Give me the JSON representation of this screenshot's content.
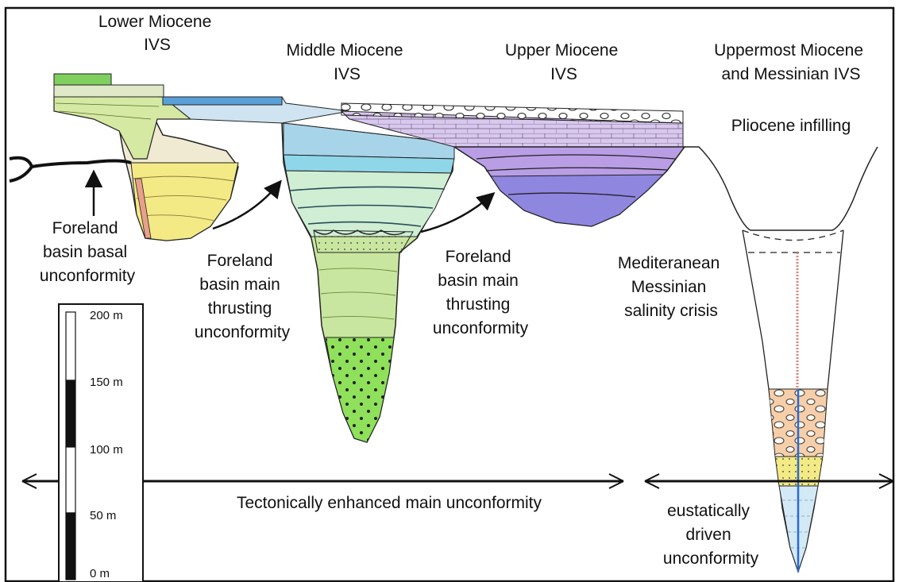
{
  "titles": {
    "lower_miocene": [
      "Lower Miocene",
      "IVS"
    ],
    "middle_miocene": [
      "Middle Miocene",
      "IVS"
    ],
    "upper_miocene": [
      "Upper Miocene",
      "IVS"
    ],
    "uppermost_miocene": [
      "Uppermost Miocene",
      "and Messinian IVS"
    ]
  },
  "labels": {
    "pliocene_infilling": "Pliocene infilling",
    "foreland_basal_unconformity": [
      "Foreland",
      "basin basal",
      "unconformity"
    ],
    "thrusting_unconformity_1": [
      "Foreland",
      "basin main",
      "thrusting",
      "unconformity"
    ],
    "thrusting_unconformity_2": [
      "Foreland",
      "basin main",
      "thrusting",
      "unconformity"
    ],
    "salinity_crisis": [
      "Mediteranean",
      "Messinian",
      "salinity crisis"
    ],
    "tectonic_unconformity": "Tectonically enhanced main unconformity",
    "eustatic_unconformity": [
      "eustatically",
      "driven",
      "unconformity"
    ]
  },
  "scale_bar": {
    "ticks": [
      "200 m",
      "150 m",
      "100 m",
      "50 m",
      "0 m"
    ]
  },
  "colors": {
    "lower_yellow": "#f3ea86",
    "lower_green": "#d6e9a3",
    "lower_beige": "#f1ead2",
    "middle_blue": "#a8d4ea",
    "middle_cyan": "#8fd6e8",
    "middle_mint": "#cfeed3",
    "middle_green": "#c9e6a0",
    "middle_lime": "#8fe05a",
    "upper_lilac": "#d9c8ee",
    "upper_purple": "#b99ee6",
    "upper_violet": "#8f86e0",
    "messinian_orange": "#f6cfaa",
    "messinian_yellow": "#f3ea86",
    "messinian_blue": "#d3e9f6"
  }
}
